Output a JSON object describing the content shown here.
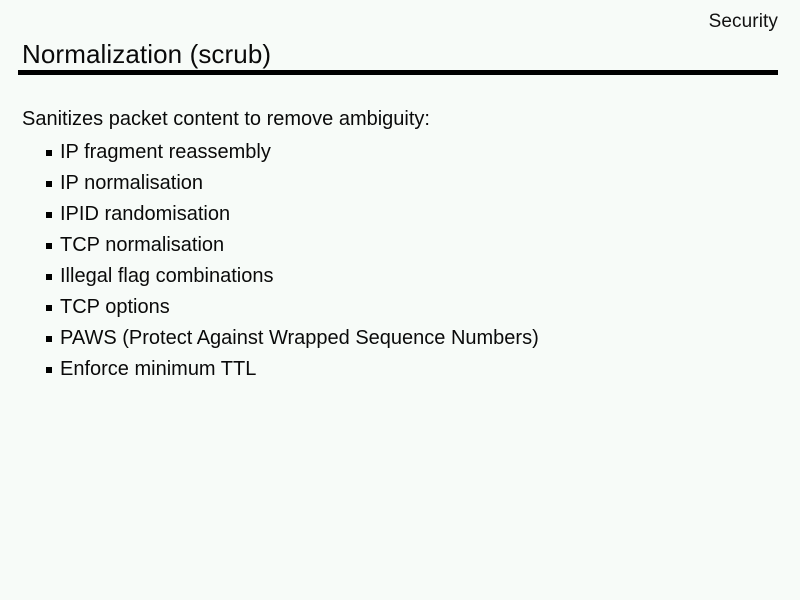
{
  "slide": {
    "header": "Security",
    "title": "Normalization (scrub)",
    "intro": "Sanitizes packet content to remove ambiguity:",
    "bullets": [
      {
        "text": "IP fragment reassembly"
      },
      {
        "text": "IP normalisation"
      },
      {
        "text": "IPID randomisation"
      },
      {
        "text": "TCP normalisation"
      },
      {
        "text": "Illegal flag combinations"
      },
      {
        "text": "TCP options"
      },
      {
        "text": "PAWS (Protect Against Wrapped Sequence Numbers)"
      },
      {
        "text": "Enforce minimum TTL"
      }
    ],
    "colors": {
      "background": "#f7fbf8",
      "text": "#0a0a0a",
      "rule": "#000000"
    }
  }
}
